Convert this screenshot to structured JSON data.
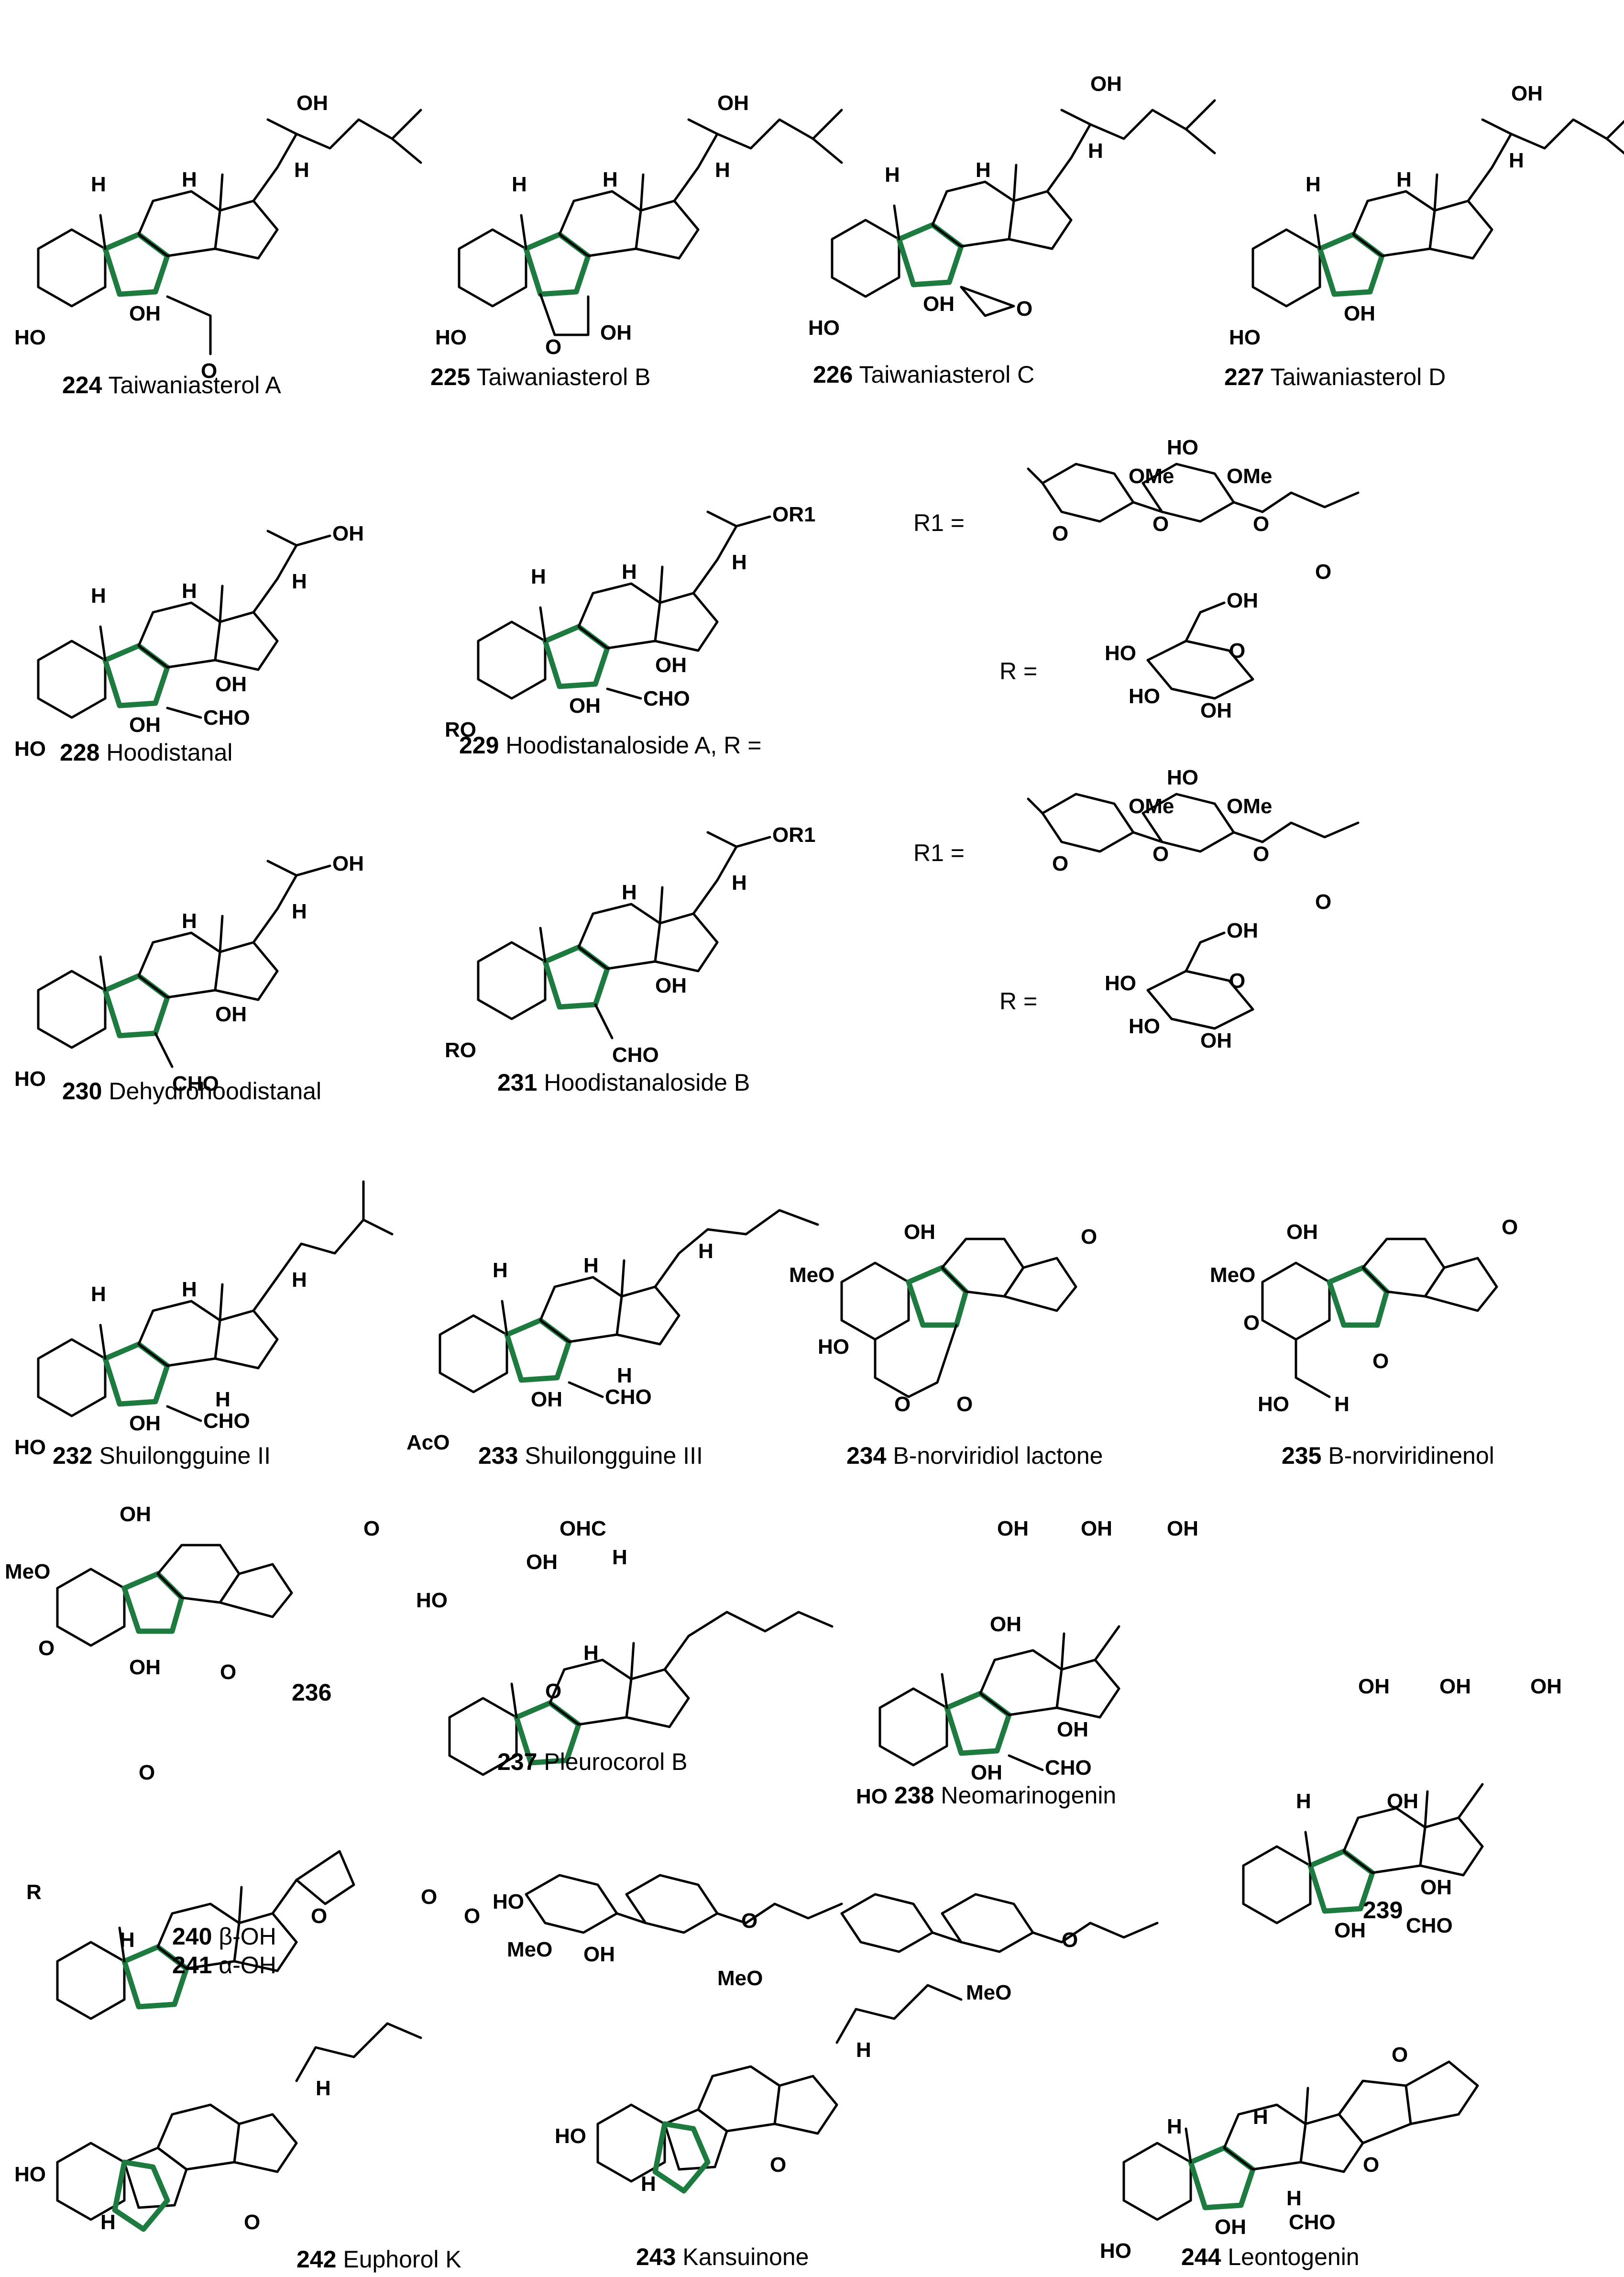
{
  "compounds": [
    {
      "number": "224",
      "name": "Taiwaniasterol A",
      "atoms": [
        "OH",
        "H",
        "H",
        "H",
        "HO",
        "OH",
        "O"
      ]
    },
    {
      "number": "225",
      "name": "Taiwaniasterol B",
      "atoms": [
        "OH",
        "H",
        "H",
        "H",
        "HO",
        "O",
        "OH"
      ]
    },
    {
      "number": "226",
      "name": "Taiwaniasterol C",
      "atoms": [
        "OH",
        "H",
        "H",
        "H",
        "HO",
        "OH",
        "O"
      ]
    },
    {
      "number": "227",
      "name": "Taiwaniasterol D",
      "atoms": [
        "OH",
        "H",
        "H",
        "H",
        "HO",
        "OH"
      ]
    },
    {
      "number": "228",
      "name": "Hoodistanal",
      "atoms": [
        "OH",
        "H",
        "H",
        "H",
        "OH",
        "HO",
        "OH",
        "CHO"
      ]
    },
    {
      "number": "229",
      "name": "Hoodistanaloside A, R =",
      "atoms": [
        "OR1",
        "H",
        "H",
        "H",
        "OH",
        "RO",
        "OH",
        "CHO"
      ]
    },
    {
      "number": "230",
      "name": "Dehydrohoodistanal",
      "atoms": [
        "OH",
        "H",
        "H",
        "OH",
        "HO",
        "CHO"
      ]
    },
    {
      "number": "231",
      "name": "Hoodistanaloside B",
      "atoms": [
        "OR1",
        "H",
        "H",
        "OH",
        "RO",
        "CHO"
      ]
    },
    {
      "number": "232",
      "name": "Shuilongguine II",
      "atoms": [
        "H",
        "H",
        "H",
        "H",
        "HO",
        "OH",
        "CHO"
      ]
    },
    {
      "number": "233",
      "name": "Shuilongguine III",
      "atoms": [
        "H",
        "H",
        "H",
        "H",
        "AcO",
        "OH",
        "CHO"
      ]
    },
    {
      "number": "234",
      "name": "B-norviridiol lactone",
      "atoms": [
        "OH",
        "MeO",
        "HO",
        "O",
        "O",
        "O"
      ]
    },
    {
      "number": "235",
      "name": "B-norviridinenol",
      "atoms": [
        "OH",
        "MeO",
        "O",
        "O",
        "O",
        "HO",
        "H"
      ]
    },
    {
      "number": "236",
      "name": "",
      "atoms": [
        "OH",
        "MeO",
        "O",
        "OH",
        "O",
        "O"
      ]
    },
    {
      "number": "237",
      "name": "Pleurocorol B",
      "atoms": [
        "OHC",
        "OH",
        "HO",
        "H",
        "H",
        "O"
      ]
    },
    {
      "number": "238",
      "name": "Neomarinogenin",
      "atoms": [
        "OH",
        "OH",
        "OH",
        "OH",
        "OH",
        "HO",
        "OH",
        "CHO"
      ]
    },
    {
      "number": "239",
      "name": "",
      "atoms": [
        "OH",
        "OH",
        "OH",
        "H",
        "OH",
        "OH",
        "OH",
        "CHO",
        "O",
        "O",
        "HO",
        "MeO",
        "OH",
        "MeO",
        "MeO"
      ]
    },
    {
      "number": "240",
      "name": "β-OH",
      "atoms": [
        "O",
        "R",
        "H",
        "O",
        "O",
        "O"
      ]
    },
    {
      "number": "241",
      "name": "α-OH",
      "atoms": []
    },
    {
      "number": "242",
      "name": "Euphorol K",
      "atoms": [
        "HO",
        "H",
        "H",
        "O"
      ]
    },
    {
      "number": "243",
      "name": "Kansuinone",
      "atoms": [
        "HO",
        "H",
        "H",
        "O"
      ]
    },
    {
      "number": "244",
      "name": "Leontogenin",
      "atoms": [
        "O",
        "O",
        "H",
        "H",
        "H",
        "HO",
        "OH",
        "CHO"
      ]
    }
  ],
  "substituents": [
    {
      "label": "R1 =",
      "atoms": [
        "OMe",
        "HO",
        "OMe",
        "O",
        "O",
        "O",
        "O"
      ]
    },
    {
      "label": "R =",
      "atoms": [
        "OH",
        "O",
        "HO",
        "HO",
        "OH"
      ]
    },
    {
      "label": "R1 =",
      "atoms": [
        "OMe",
        "HO",
        "OMe",
        "O",
        "O",
        "O",
        "O"
      ]
    },
    {
      "label": "R =",
      "atoms": [
        "OH",
        "O",
        "HO",
        "HO",
        "OH"
      ]
    }
  ],
  "colors": {
    "ring_highlight": "#1e7b3f",
    "bond": "#000000"
  }
}
